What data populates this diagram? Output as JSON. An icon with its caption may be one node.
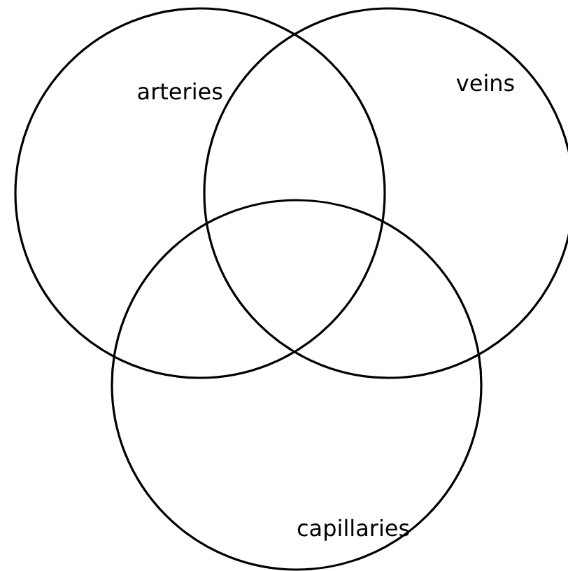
{
  "diagram": {
    "nodes": [
      {
        "text": [
          "arteries"
        ]
      },
      {
        "text": [
          "veins"
        ]
      },
      {
        "text": [
          "capillaries"
        ]
      }
    ]
  }
}
